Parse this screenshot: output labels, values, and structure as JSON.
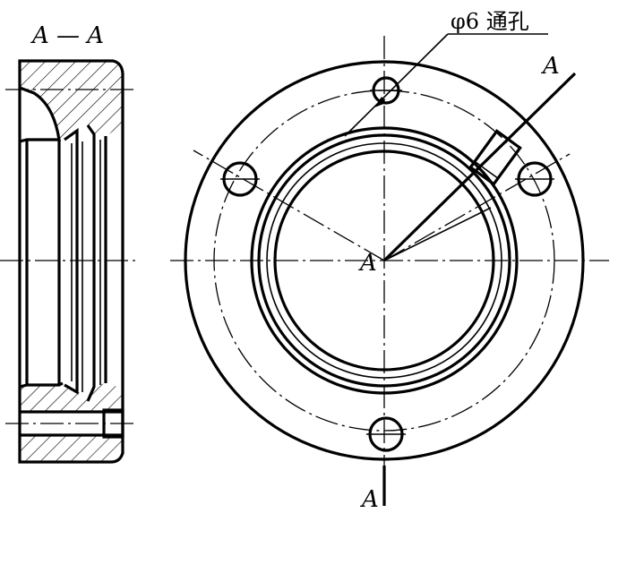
{
  "section_view": {
    "title": "A — A"
  },
  "front_view": {
    "center_label": "A",
    "section_mark_top": "A",
    "section_mark_bottom": "A",
    "hole_note": "φ6 通孔"
  },
  "colors": {
    "line": "#000000",
    "background": "#ffffff"
  }
}
